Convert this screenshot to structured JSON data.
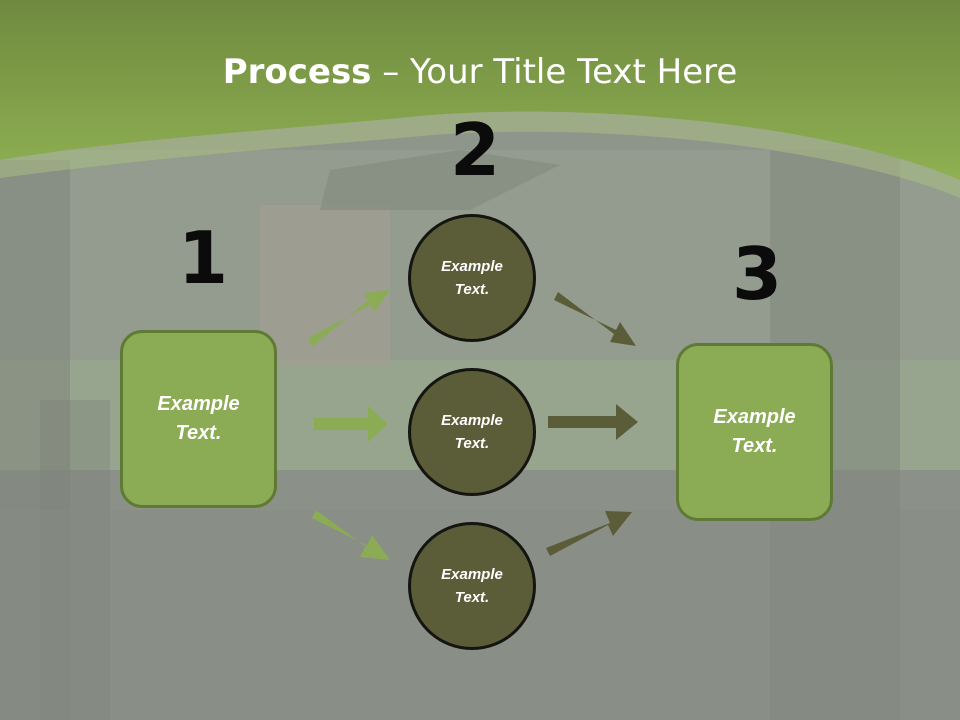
{
  "title": {
    "bold": "Process",
    "rest": " – Your Title Text Here"
  },
  "steps": {
    "one": "1",
    "two": "2",
    "three": "3"
  },
  "nodes": {
    "left": "Example\nText.",
    "top": "Example\nText.",
    "middle": "Example\nText.",
    "bottom": "Example\nText.",
    "right": "Example\nText."
  },
  "colors": {
    "header_green": "#8cab55",
    "box_fill": "#8cab55",
    "circle_fill": "#5b5c38",
    "arrow_in": "#8cab55",
    "arrow_out": "#5b5c38"
  }
}
